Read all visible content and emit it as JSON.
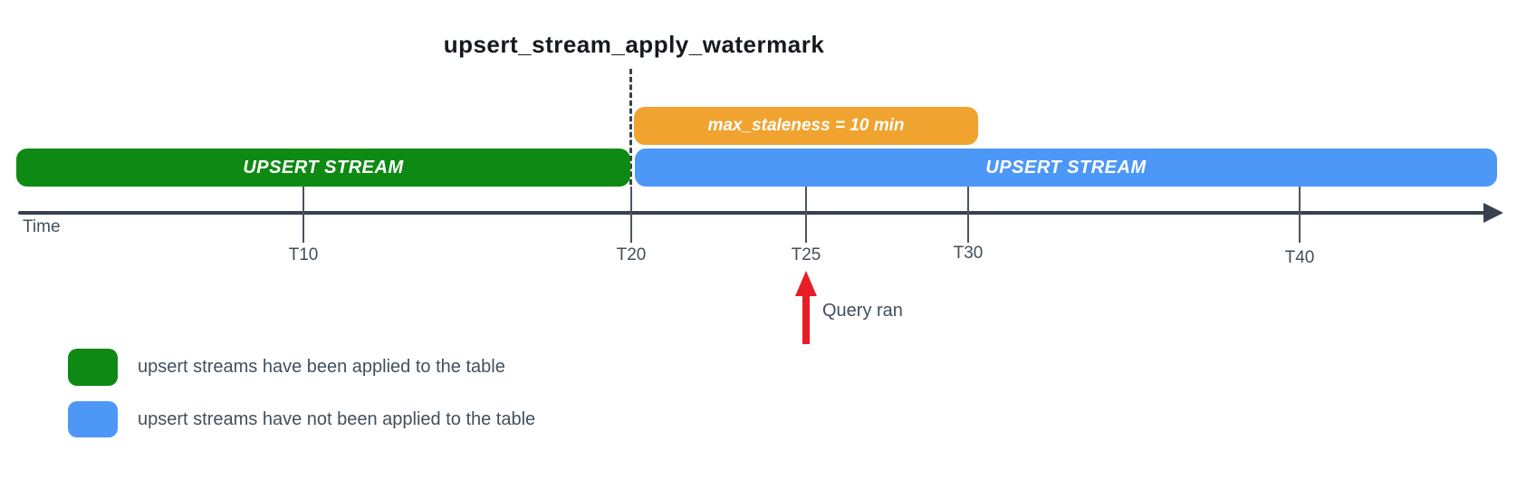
{
  "title": "upsert_stream_apply_watermark",
  "bars": {
    "staleness": {
      "label": "max_staleness = 10 min",
      "color": "#f0a32e"
    },
    "applied": {
      "label": "UPSERT STREAM",
      "color": "#0e8a14"
    },
    "unapplied": {
      "label": "UPSERT STREAM",
      "color": "#4d97f7"
    }
  },
  "timeline": {
    "axis_label": "Time",
    "axis_color": "#37424e",
    "ticks": [
      "T10",
      "T20",
      "T25",
      "T30",
      "T40"
    ]
  },
  "annotation": {
    "query_ran_label": "Query ran",
    "arrow_color": "#e91d25"
  },
  "legend": {
    "items": [
      {
        "swatch_color": "#0e8a14",
        "label": "upsert streams have been applied to the table"
      },
      {
        "swatch_color": "#4d97f7",
        "label": "upsert streams have not been applied to the table"
      }
    ]
  }
}
